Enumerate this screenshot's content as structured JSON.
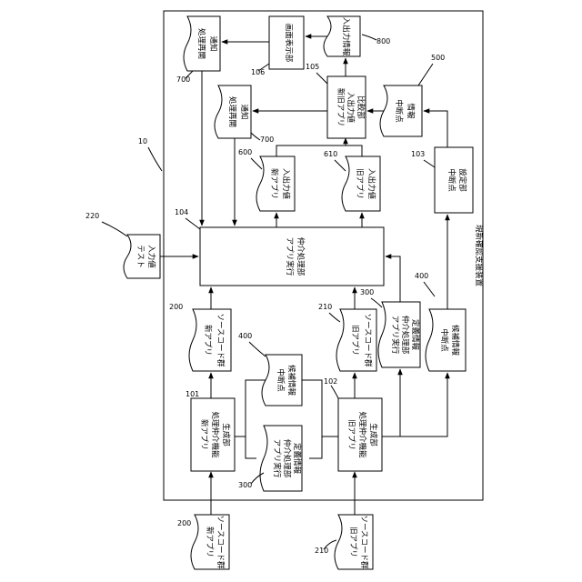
{
  "figure": {
    "system_label": "現新確認支援装置",
    "system_ref": "10",
    "blocks": {
      "new_gen": [
        "新アプリ",
        "処理仲介機能",
        "生成部"
      ],
      "new_gen_ref": "101",
      "old_gen": [
        "旧アプリ",
        "処理仲介機能",
        "生成部"
      ],
      "old_gen_ref": "102",
      "mediator": [
        "アプリ実行",
        "仲介処理部"
      ],
      "mediator_ref": "104",
      "bp_set": [
        "中断点",
        "設定部"
      ],
      "bp_set_ref": "103",
      "compare": [
        "新旧アプリ",
        "入出力値",
        "比較部"
      ],
      "compare_ref": "105",
      "display": [
        "画面表示部"
      ],
      "display_ref": "106"
    },
    "docs": {
      "new_src_in": [
        "新アプリ",
        "ソースコード群"
      ],
      "new_src_in_ref": "200",
      "old_src_in": [
        "旧アプリ",
        "ソースコード群"
      ],
      "old_src_in_ref": "210",
      "def_info_in": [
        "アプリ実行",
        "仲介処理部",
        "定義情報"
      ],
      "def_info_in_ref": "300",
      "bp_cand_in": [
        "中断点",
        "候補情報"
      ],
      "bp_cand_in_ref": "400",
      "new_src_out": [
        "新アプリ",
        "ソースコード群"
      ],
      "new_src_out_ref": "200",
      "old_src_out": [
        "旧アプリ",
        "ソースコード群"
      ],
      "old_src_out_ref": "210",
      "def_info_out": [
        "アプリ実行",
        "仲介処理部",
        "定義情報"
      ],
      "def_info_out_ref": "300",
      "bp_cand_out": [
        "中断点",
        "候補情報"
      ],
      "bp_cand_out_ref": "400",
      "test_input": [
        "テスト",
        "入力値"
      ],
      "test_input_ref": "220",
      "new_io": [
        "新アプリ",
        "入出力値"
      ],
      "new_io_ref": "600",
      "old_io": [
        "旧アプリ",
        "入出力値"
      ],
      "old_io_ref": "610",
      "bp_info": [
        "中断点",
        "情報"
      ],
      "bp_info_ref": "500",
      "resume1": [
        "処理再開",
        "通知"
      ],
      "resume1_ref": "700",
      "resume2": [
        "処理再開",
        "通知"
      ],
      "resume2_ref": "700",
      "io_info": [
        "入出力情報"
      ],
      "io_info_ref": "800"
    }
  }
}
